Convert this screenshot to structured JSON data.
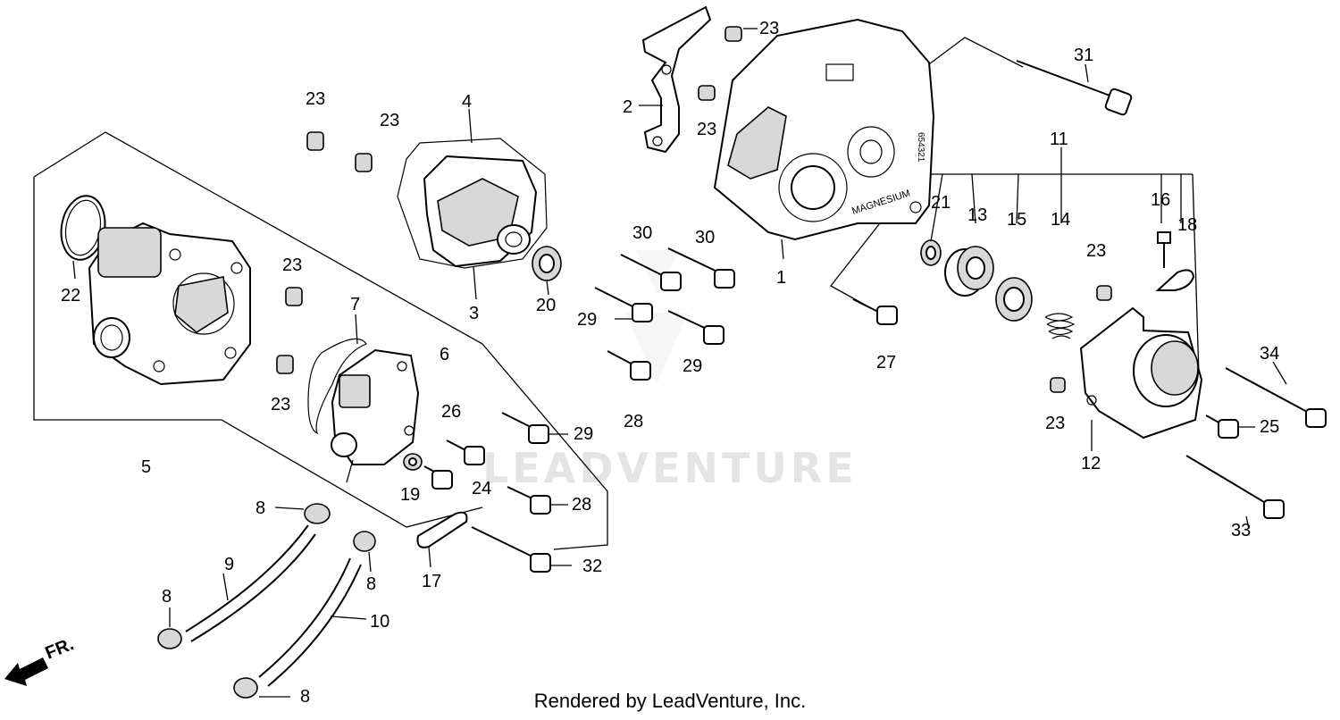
{
  "callouts": [
    "1",
    "2",
    "3",
    "4",
    "5",
    "6",
    "7",
    "8",
    "8",
    "8",
    "8",
    "9",
    "10",
    "11",
    "12",
    "13",
    "14",
    "15",
    "16",
    "17",
    "18",
    "19",
    "20",
    "21",
    "22",
    "23",
    "23",
    "23",
    "23",
    "23",
    "23",
    "23",
    "23",
    "24",
    "25",
    "26",
    "27",
    "28",
    "28",
    "29",
    "29",
    "29",
    "30",
    "30",
    "31",
    "32",
    "33",
    "34"
  ],
  "stamps": {
    "magnesium": "MAGNESIUM",
    "side_code": "654321"
  },
  "watermark": "LEADVENTURE",
  "direction_label": "FR.",
  "footer": "Rendered by LeadVenture, Inc."
}
